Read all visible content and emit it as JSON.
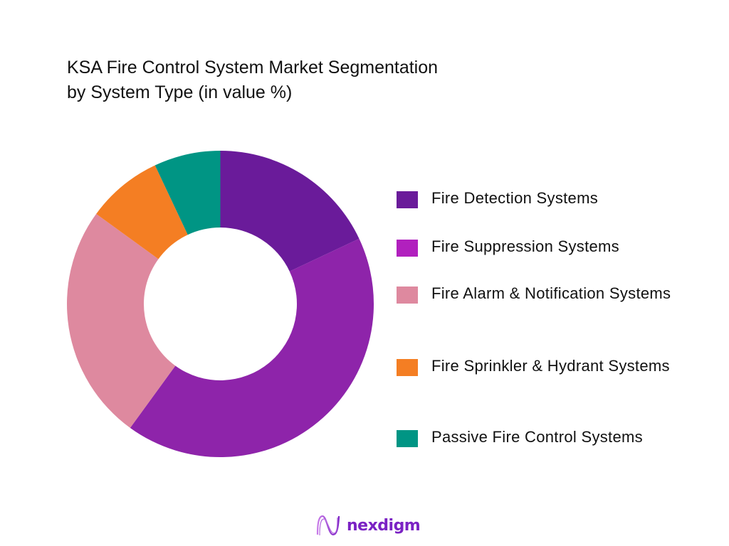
{
  "title": {
    "line1": "KSA Fire Control System Market Segmentation",
    "line2": "by System Type (in value %)"
  },
  "legend": [
    {
      "label": "Fire Detection Systems",
      "color": "#6A1B9A"
    },
    {
      "label": "Fire Suppression Systems",
      "color": "#B120BE"
    },
    {
      "label": "Fire Alarm & Notification Systems",
      "color": "#DE899F"
    },
    {
      "label": "Fire Sprinkler & Hydrant Systems",
      "color": "#F47E23"
    },
    {
      "label": "Passive Fire Control Systems",
      "color": "#009584"
    }
  ],
  "logo": {
    "text": "nexdigm",
    "icon": "nexdigm-wave-icon"
  },
  "chart_data": {
    "type": "pie",
    "subtype": "donut",
    "title": "KSA Fire Control System Market Segmentation by System Type (in value %)",
    "categories": [
      "Fire Detection Systems",
      "Fire Suppression Systems",
      "Fire Alarm & Notification Systems",
      "Fire Sprinkler & Hydrant Systems",
      "Passive Fire Control Systems"
    ],
    "values": [
      18,
      42,
      25,
      8,
      7
    ],
    "slice_colors": [
      "#6A1B9A",
      "#8E24AA",
      "#DE899F",
      "#F47E23",
      "#009584"
    ],
    "unit": "%",
    "start_angle": "12 o'clock, clockwise",
    "legend_position": "right",
    "data_labels": false
  }
}
